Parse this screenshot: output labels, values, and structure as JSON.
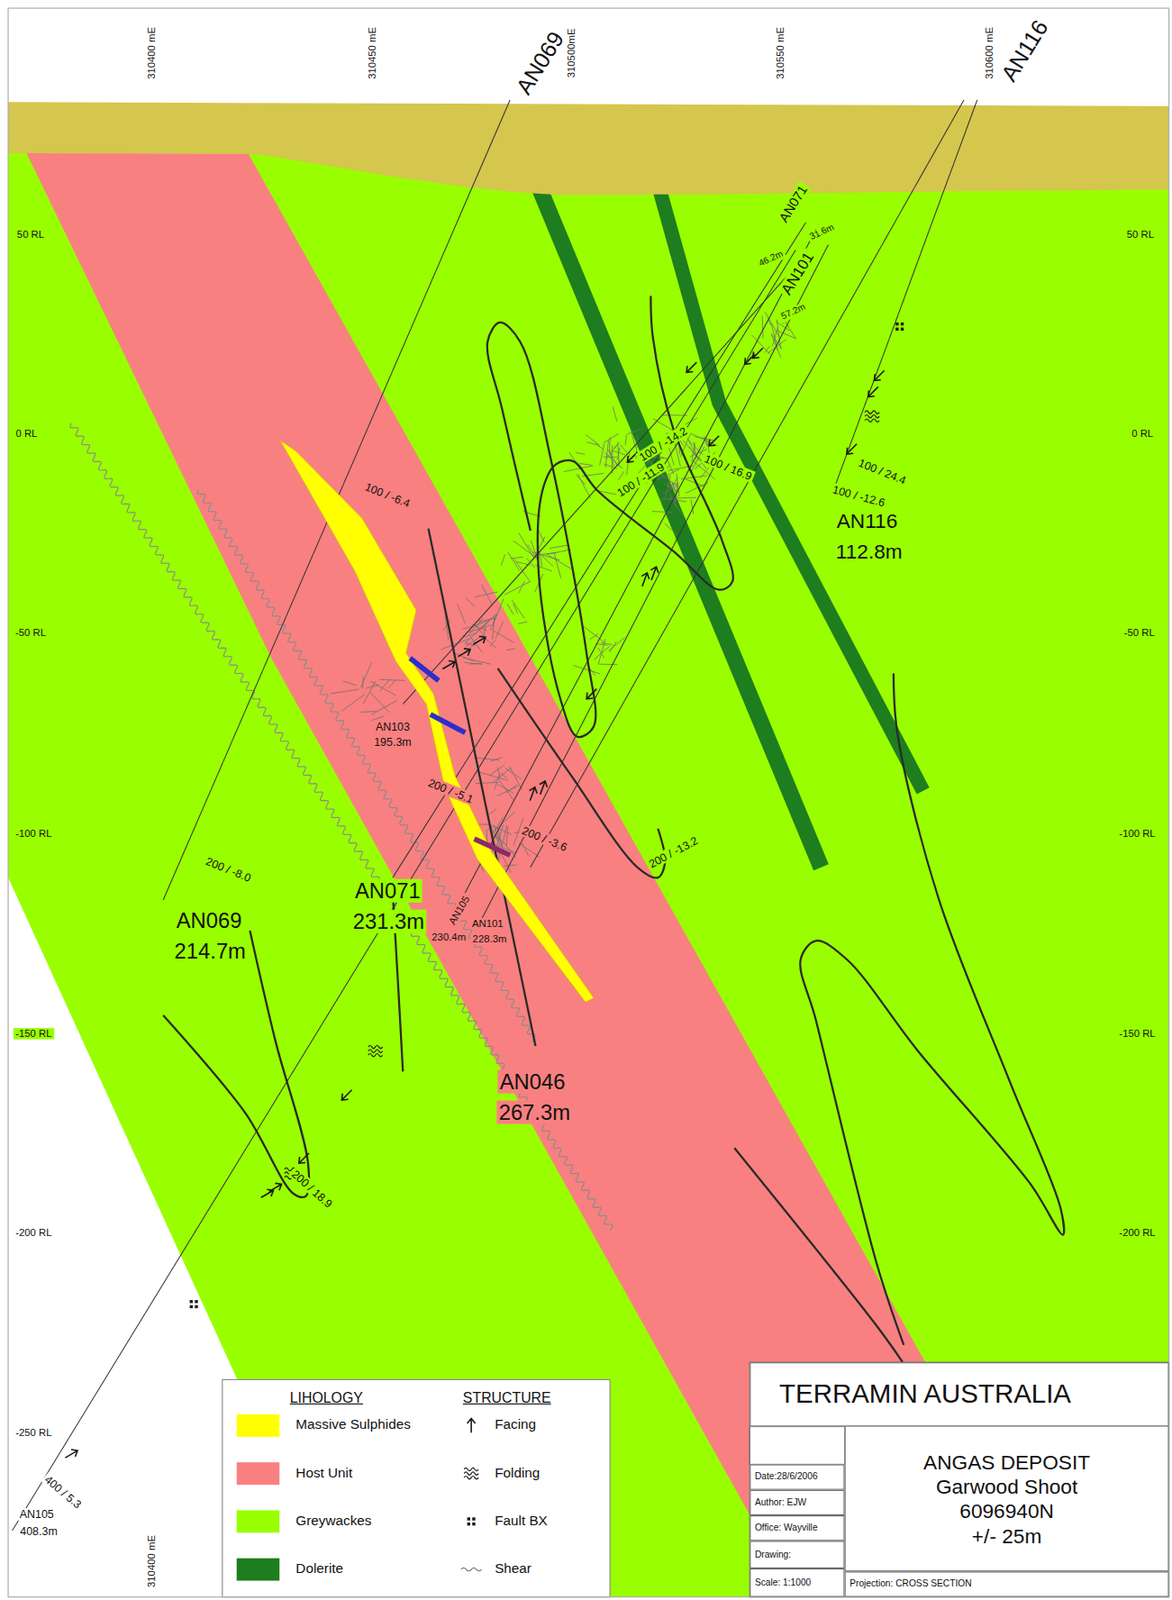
{
  "diagram": {
    "nodes": [
      {
        "text": [
          "TERRAMIN AUSTRALIA"
        ]
      },
      {
        "text": [
          "ANGAS DEPOSIT",
          "Garwood Shoot",
          "6096940N",
          "+/- 25m"
        ]
      },
      {
        "text": [
          "Date:28/6/2006"
        ]
      },
      {
        "text": [
          "Author: EJW"
        ]
      },
      {
        "text": [
          "Office: Wayville"
        ]
      },
      {
        "text": [
          "Drawing:"
        ]
      },
      {
        "text": [
          "Scale: 1:1000"
        ]
      },
      {
        "text": [
          "Projection: CROSS SECTION"
        ]
      }
    ],
    "labels": [
      "310400 mE",
      "310450 mE",
      "310500mE",
      "310550 mE",
      "310600 mE",
      "AN069",
      "AN116",
      "AN071",
      "31.6m",
      "46.2m",
      "AN101",
      "57.2m",
      "50 RL",
      "0 RL",
      "-50 RL",
      "-100 RL",
      "-150 RL",
      "-200 RL",
      "-250 RL",
      "50 RL",
      "0 RL",
      "-50 RL",
      "-100 RL",
      "-150 RL",
      "-200 RL",
      "100 / -6.4",
      "100 / -14.2",
      "100 / -11.9",
      "100 / 16.9",
      "100 / 24.4",
      "100 / -12.6",
      "200 / -5.1",
      "200 / -3.6",
      "200 / -13.2",
      "200 / -8.0",
      "200 / 18.9",
      "400 / 5.3",
      "AN116",
      "112.8m",
      "AN103",
      "195.3m",
      "AN069",
      "214.7m",
      "AN071",
      "231.3m",
      "AN105",
      "230.4m",
      "AN101",
      "228.3m",
      "AN046",
      "267.3m",
      "AN105",
      "408.3m",
      "LIHOLOGY",
      "STRUCTURE",
      "310400 mE"
    ],
    "legend": [
      {
        "text": "Massive Sulphides",
        "color": "#ffff00"
      },
      {
        "text": "Host Unit",
        "color": "#f98080"
      },
      {
        "text": "Greywackes",
        "color": "#99ff00"
      },
      {
        "text": "Dolerite",
        "color": "#1e7d1e"
      },
      {
        "text": "Facing"
      },
      {
        "text": "Folding"
      },
      {
        "text": "Fault BX"
      },
      {
        "text": "Shear"
      }
    ]
  }
}
